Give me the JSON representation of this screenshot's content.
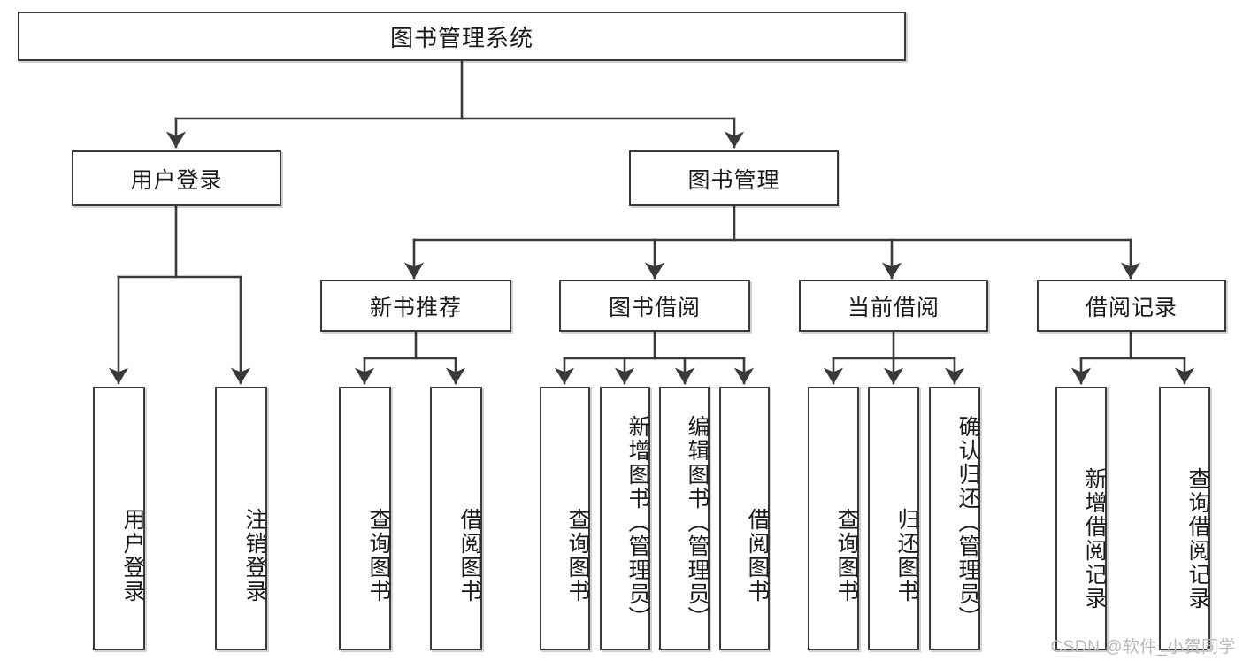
{
  "diagram": {
    "title": "图书管理系统",
    "watermark": "CSDN @软件_小贺同学",
    "colors": {
      "stroke": "#3a3a3a",
      "box_fill": "#ffffff",
      "text": "#1b1b1b",
      "watermark": "#b8b8b8",
      "background": "#ffffff"
    },
    "levels": {
      "level1": [
        "图书管理系统"
      ],
      "level2": [
        "用户登录",
        "图书管理"
      ],
      "level3": [
        "新书推荐",
        "图书借阅",
        "当前借阅",
        "借阅记录"
      ],
      "level4": [
        "用户登录",
        "注销登录",
        "查询图书",
        "借阅图书",
        "查询图书",
        "新增图书（管理员）",
        "编辑图书（管理员）",
        "借阅图书",
        "查询图书",
        "归还图书",
        "确认归还（管理员）",
        "新增借阅记录",
        "查询借阅记录"
      ]
    },
    "nodes": {
      "root": {
        "label": "图书管理系统"
      },
      "user_login": {
        "label": "用户登录"
      },
      "book_manage": {
        "label": "图书管理"
      },
      "new_book_rec": {
        "label": "新书推荐"
      },
      "book_borrow": {
        "label": "图书借阅"
      },
      "current_borrow": {
        "label": "当前借阅"
      },
      "borrow_record": {
        "label": "借阅记录"
      },
      "leaf_user_login": {
        "label": "用户登录"
      },
      "leaf_user_logout": {
        "label": "注销登录"
      },
      "leaf_rec_query": {
        "label": "查询图书"
      },
      "leaf_rec_borrow": {
        "label": "借阅图书"
      },
      "leaf_borrow_query": {
        "label": "查询图书"
      },
      "leaf_borrow_add": {
        "label": "新增图书（管理员）"
      },
      "leaf_borrow_edit": {
        "label": "编辑图书（管理员）"
      },
      "leaf_borrow_lend": {
        "label": "借阅图书"
      },
      "leaf_cur_query": {
        "label": "查询图书"
      },
      "leaf_cur_return": {
        "label": "归还图书"
      },
      "leaf_cur_confirm": {
        "label": "确认归还（管理员）"
      },
      "leaf_rec_add": {
        "label": "新增借阅记录"
      },
      "leaf_rec_query2": {
        "label": "查询借阅记录"
      }
    }
  }
}
